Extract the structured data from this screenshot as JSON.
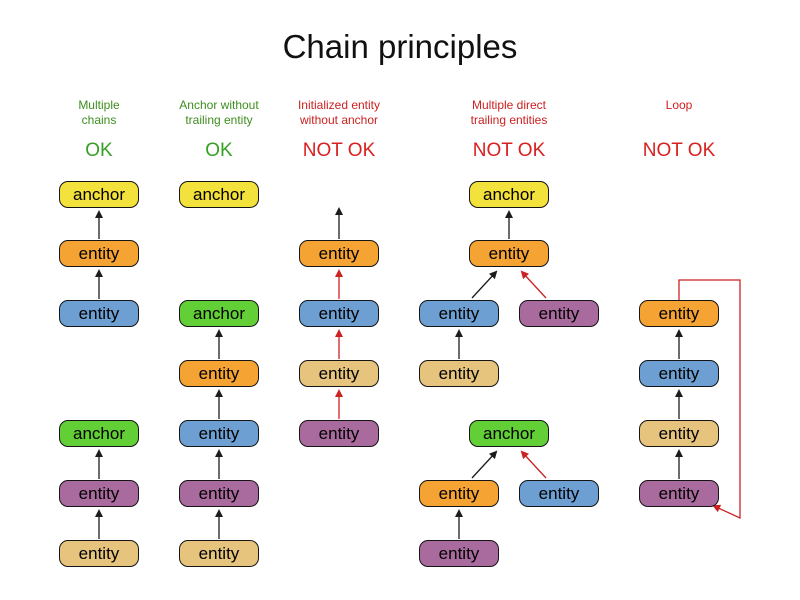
{
  "title": "Chain principles",
  "colors": {
    "anchor_yellow": "#f3e13c",
    "entity_orange": "#f5a333",
    "entity_blue": "#6d9fd2",
    "anchor_green": "#61cf35",
    "entity_purple": "#a96a9e",
    "entity_tan": "#e6c47e",
    "edge_black": "#1c1c1c",
    "edge_red": "#cc2222",
    "header_green": "#3e8e20",
    "header_red": "#cc2121",
    "status_green": "#35a024",
    "status_red": "#d82020"
  },
  "columns": [
    {
      "header": "Multiple chains",
      "status": "OK",
      "verdict": "ok"
    },
    {
      "header": "Anchor without trailing entity",
      "status": "OK",
      "verdict": "ok"
    },
    {
      "header": "Initialized entity without anchor",
      "status": "NOT OK",
      "verdict": "not-ok"
    },
    {
      "header": "Multiple direct trailing entities",
      "status": "NOT OK",
      "verdict": "not-ok"
    },
    {
      "header": "Loop",
      "status": "NOT OK",
      "verdict": "not-ok"
    }
  ],
  "nodes": [
    {
      "label": "anchor",
      "type": "anchor_yellow"
    },
    {
      "label": "entity",
      "type": "entity_orange"
    },
    {
      "label": "entity",
      "type": "entity_blue"
    },
    {
      "label": "anchor",
      "type": "anchor_green"
    },
    {
      "label": "entity",
      "type": "entity_purple"
    },
    {
      "label": "entity",
      "type": "entity_tan"
    },
    {
      "label": "anchor",
      "type": "anchor_yellow"
    },
    {
      "label": "anchor",
      "type": "anchor_green"
    },
    {
      "label": "entity",
      "type": "entity_orange"
    },
    {
      "label": "entity",
      "type": "entity_blue"
    },
    {
      "label": "entity",
      "type": "entity_purple"
    },
    {
      "label": "entity",
      "type": "entity_tan"
    },
    {
      "label": "entity",
      "type": "entity_orange"
    },
    {
      "label": "entity",
      "type": "entity_blue"
    },
    {
      "label": "entity",
      "type": "entity_tan"
    },
    {
      "label": "entity",
      "type": "entity_purple"
    },
    {
      "label": "anchor",
      "type": "anchor_yellow"
    },
    {
      "label": "entity",
      "type": "entity_orange"
    },
    {
      "label": "entity",
      "type": "entity_blue"
    },
    {
      "label": "entity",
      "type": "entity_purple"
    },
    {
      "label": "entity",
      "type": "entity_tan"
    },
    {
      "label": "anchor",
      "type": "anchor_green"
    },
    {
      "label": "entity",
      "type": "entity_orange"
    },
    {
      "label": "entity",
      "type": "entity_blue"
    },
    {
      "label": "entity",
      "type": "entity_purple"
    },
    {
      "label": "entity",
      "type": "entity_orange"
    },
    {
      "label": "entity",
      "type": "entity_blue"
    },
    {
      "label": "entity",
      "type": "entity_tan"
    },
    {
      "label": "entity",
      "type": "entity_purple"
    }
  ],
  "edges": [
    {
      "from": 2,
      "to": 1,
      "style": "black"
    },
    {
      "from": 1,
      "to": 0,
      "style": "black"
    },
    {
      "from": 5,
      "to": 4,
      "style": "black"
    },
    {
      "from": 4,
      "to": 3,
      "style": "black"
    },
    {
      "from": 9,
      "to": 8,
      "style": "black"
    },
    {
      "from": 8,
      "to": 7,
      "style": "black"
    },
    {
      "from": 10,
      "to": 9,
      "style": "black"
    },
    {
      "from": 11,
      "to": 10,
      "style": "black"
    },
    {
      "from": 12,
      "to": null,
      "style": "dangling-black"
    },
    {
      "from": 13,
      "to": 12,
      "style": "red"
    },
    {
      "from": 14,
      "to": 13,
      "style": "red"
    },
    {
      "from": 15,
      "to": 14,
      "style": "red"
    },
    {
      "from": 17,
      "to": 16,
      "style": "black"
    },
    {
      "from": 18,
      "to": 17,
      "style": "black"
    },
    {
      "from": 19,
      "to": 17,
      "style": "red"
    },
    {
      "from": 20,
      "to": 18,
      "style": "black"
    },
    {
      "from": 22,
      "to": 21,
      "style": "black"
    },
    {
      "from": 23,
      "to": 21,
      "style": "red"
    },
    {
      "from": 24,
      "to": 22,
      "style": "black"
    },
    {
      "from": 26,
      "to": 25,
      "style": "black"
    },
    {
      "from": 27,
      "to": 26,
      "style": "black"
    },
    {
      "from": 28,
      "to": 27,
      "style": "black"
    },
    {
      "from": 25,
      "to": 28,
      "style": "red-loop"
    }
  ]
}
